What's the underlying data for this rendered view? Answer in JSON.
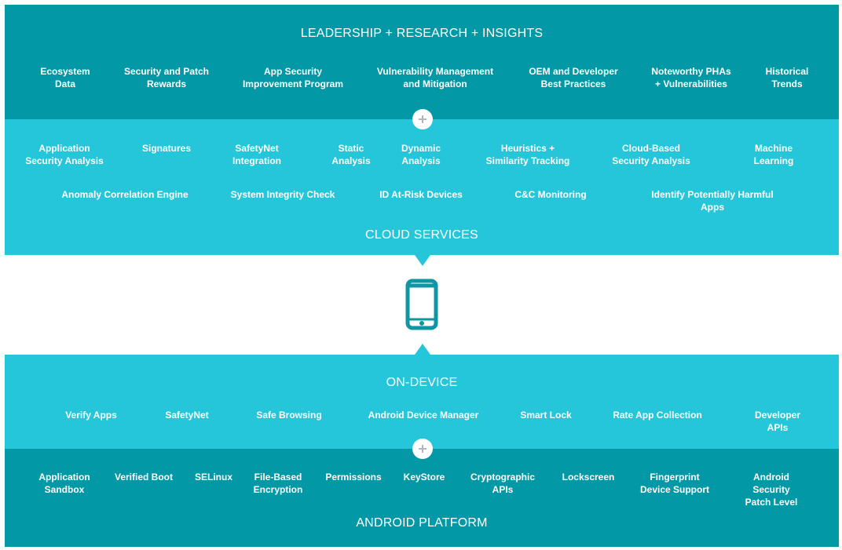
{
  "colors": {
    "dark_teal": "#0398a6",
    "light_cyan": "#26c6da",
    "icon_teal": "#0e96a4",
    "text": "#ffffff"
  },
  "leadership": {
    "title": "LEADERSHIP + RESEARCH + INSIGHTS",
    "items": [
      "Ecosystem\nData",
      "Security and Patch\nRewards",
      "App Security\nImprovement Program",
      "Vulnerability Management\nand Mitigation",
      "OEM and Developer\nBest Practices",
      "Noteworthy PHAs\n+ Vulnerabilities",
      "Historical\nTrends"
    ]
  },
  "cloud": {
    "title": "CLOUD SERVICES",
    "row1": [
      "Application\nSecurity Analysis",
      "Signatures",
      "SafetyNet\nIntegration",
      "Static\nAnalysis",
      "Dynamic\nAnalysis",
      "Heuristics +\nSimilarity Tracking",
      "Cloud-Based\nSecurity Analysis",
      "Machine Learning"
    ],
    "row2": [
      "Anomaly Correlation Engine",
      "System Integrity Check",
      "ID At-Risk Devices",
      "C&C Monitoring",
      "Identify Potentially Harmful Apps"
    ]
  },
  "device_icon": "smartphone-icon",
  "on_device": {
    "title": "ON-DEVICE",
    "items": [
      "Verify Apps",
      "SafetyNet",
      "Safe Browsing",
      "Android Device Manager",
      "Smart Lock",
      "Rate App Collection",
      "Developer APIs"
    ]
  },
  "platform": {
    "title": "ANDROID PLATFORM",
    "items": [
      "Application\nSandbox",
      "Verified Boot",
      "SELinux",
      "File-Based\nEncryption",
      "Permissions",
      "KeyStore",
      "Cryptographic\nAPIs",
      "Lockscreen",
      "Fingerprint\nDevice Support",
      "Android Security\nPatch Level"
    ]
  }
}
